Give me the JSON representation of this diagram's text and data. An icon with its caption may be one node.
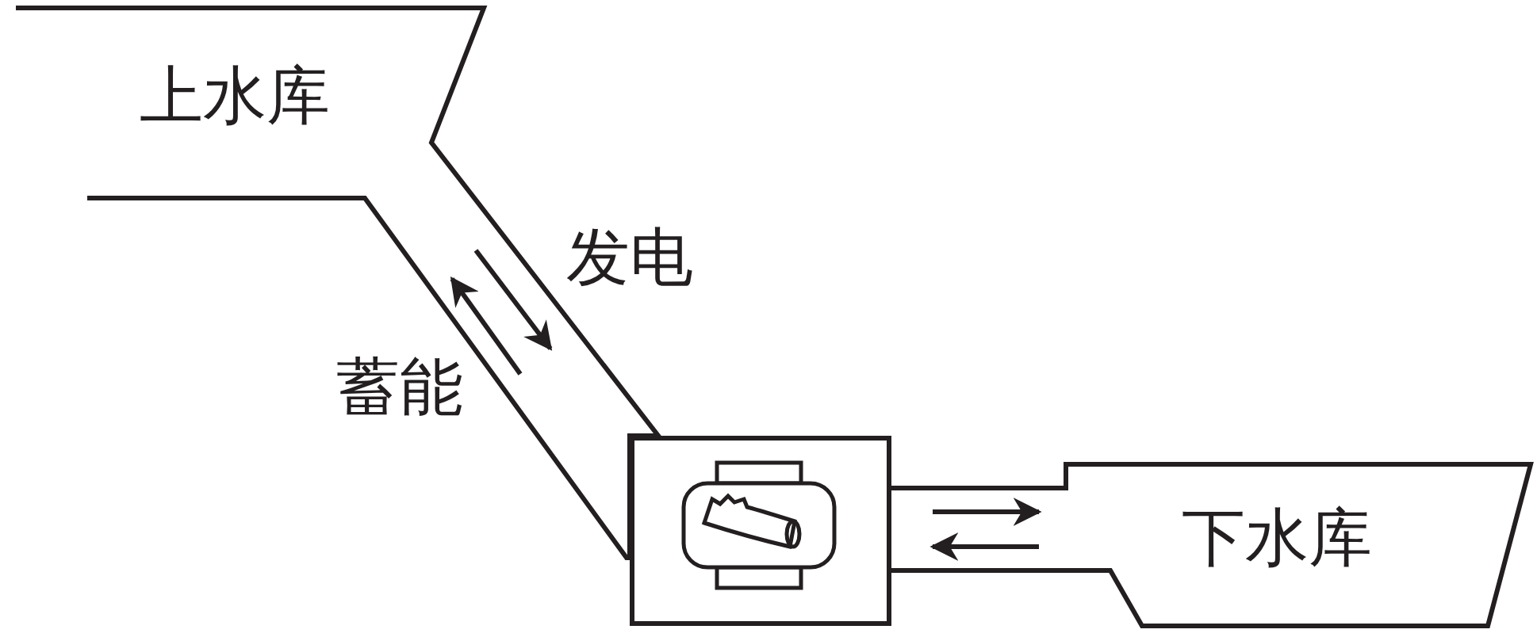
{
  "diagram": {
    "nodes": [
      {
        "text": [
          "上水库"
        ]
      },
      {
        "text": [],
        "shape": "box"
      },
      {
        "text": [
          "下水库"
        ]
      }
    ],
    "labels": [
      "发电",
      "蓄能"
    ]
  }
}
